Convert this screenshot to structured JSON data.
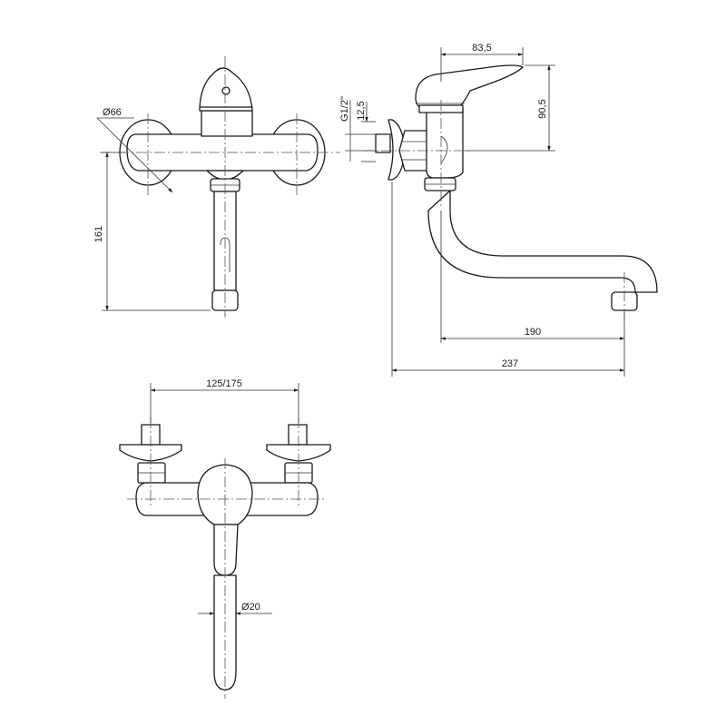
{
  "dimensions": {
    "front_diameter": "66",
    "front_height": "161",
    "side_width_handle": "83,5",
    "side_height": "90,5",
    "side_thread": "G1/2\"",
    "side_thread_offset": "12,5",
    "side_spout_reach": "190",
    "side_total_length": "237",
    "top_spacing": "125/175",
    "top_spout_diameter": "20"
  },
  "symbols": {
    "diameter": "Ø"
  }
}
